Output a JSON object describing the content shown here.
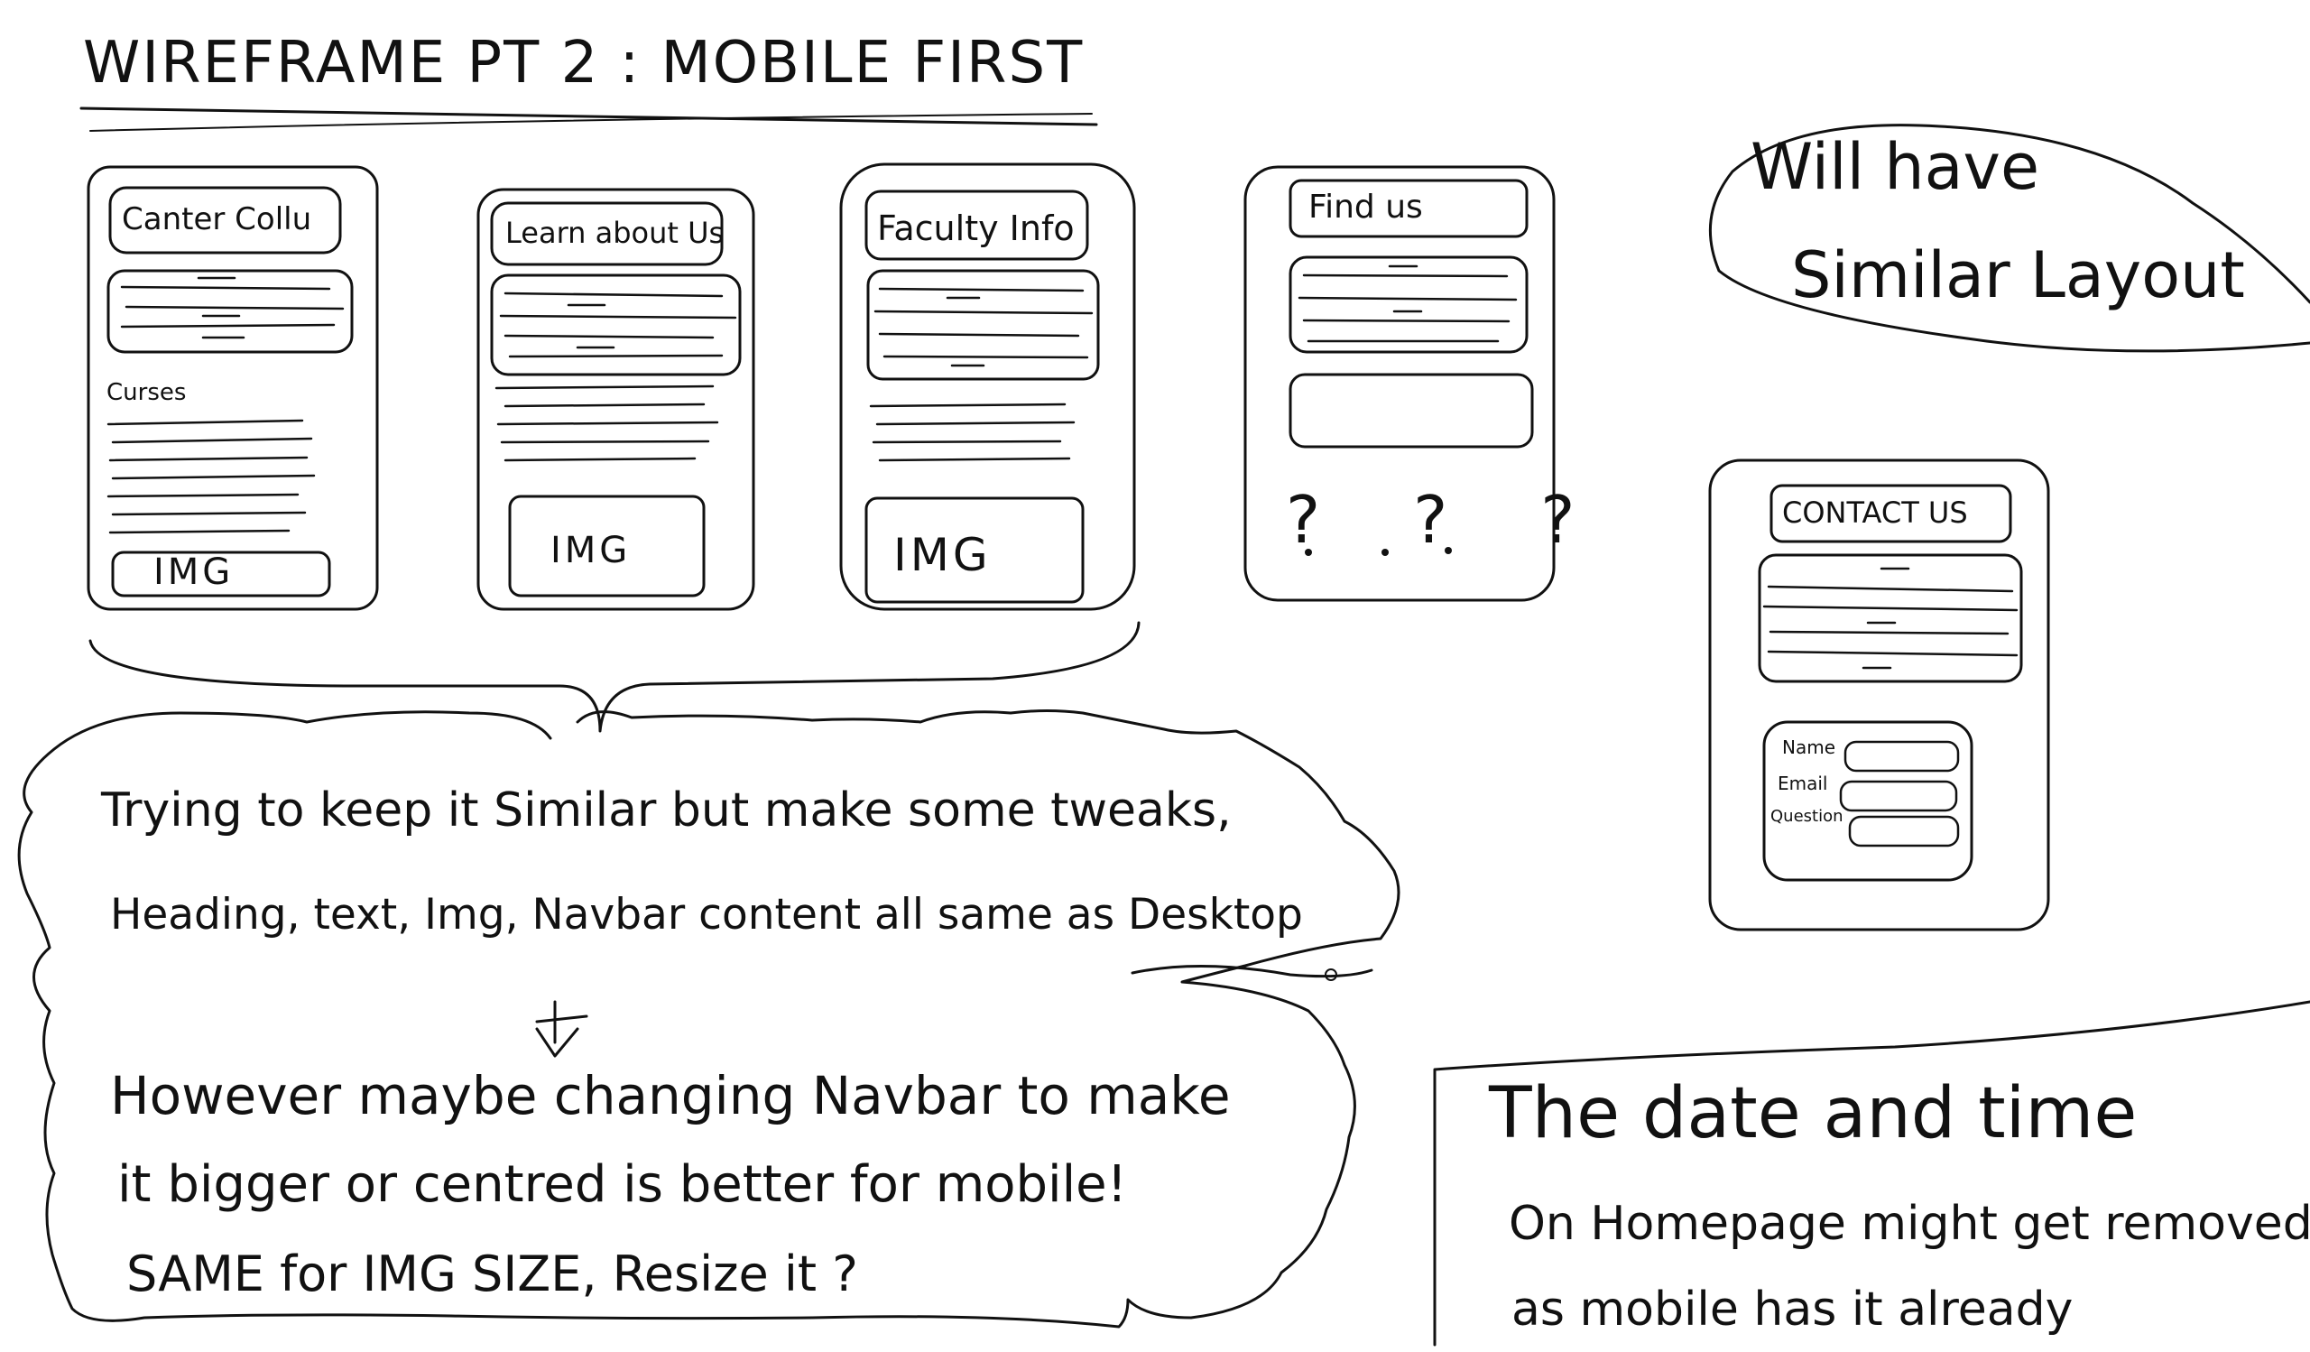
{
  "title": "WIREFRAME PT 2 : MOBILE FIRST",
  "phones": [
    {
      "heading": "Canter Collu",
      "section_label": "Curses",
      "img_label": "IMG"
    },
    {
      "heading": "Learn about Us",
      "img_label": "IMG"
    },
    {
      "heading": "Faculty Info",
      "img_label": "IMG"
    },
    {
      "heading": "Find us",
      "placeholder": "? ? ?"
    },
    {
      "heading": "CONTACT US",
      "form_fields": [
        "Name",
        "Email",
        "Question"
      ]
    }
  ],
  "notes": {
    "similar_layout": [
      "Will have",
      "Similar Layout"
    ],
    "main_bubble": [
      "Trying to keep it Similar but make some tweaks,",
      "Heading, text, Img, Navbar content all same as Desktop",
      "However maybe changing Navbar to make",
      "it bigger or centred is better for mobile!",
      "SAME for IMG SIZE, Resize it ?"
    ],
    "arrow": "↓",
    "date_box": [
      "The date and time",
      "On Homepage might get removed",
      "as mobile has it already"
    ]
  }
}
